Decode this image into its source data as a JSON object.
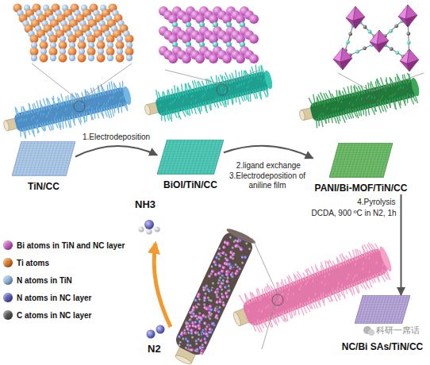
{
  "diagram": {
    "nodes": [
      {
        "text": [
          "TiN/CC"
        ]
      },
      {
        "text": [
          "BiOI/TiN/CC"
        ]
      },
      {
        "text": [
          "PANI/Bi-MOF/TiN/CC"
        ]
      },
      {
        "text": [
          "NC/Bi SAs/TiN/CC"
        ]
      }
    ],
    "edges": [
      {
        "from": 0,
        "to": 1,
        "arrow": "to",
        "label": "1.Electrodeposition"
      },
      {
        "from": 1,
        "to": 2,
        "arrow": "to",
        "label": "2.ligand exchange"
      },
      {
        "from": 2,
        "to": 3,
        "arrow": "to",
        "label": "4.Pyrolysis"
      }
    ],
    "labels": [
      "3.Electrodeposition of aniline film",
      "DCDA, 900 ºC in N2, 1h",
      "NH3",
      "N2",
      "科研一席话"
    ],
    "legend": [
      {
        "text": "Bi atoms in TiN and NC layer",
        "color": "#c65ec0"
      },
      {
        "text": "Ti atoms",
        "color": "#e0792a"
      },
      {
        "text": "N atoms in TiN",
        "color": "#8fb6e0"
      },
      {
        "text": "N atoms in NC layer",
        "color": "#5a5fb8"
      },
      {
        "text": "C atoms in NC layer",
        "color": "#555555"
      }
    ]
  }
}
